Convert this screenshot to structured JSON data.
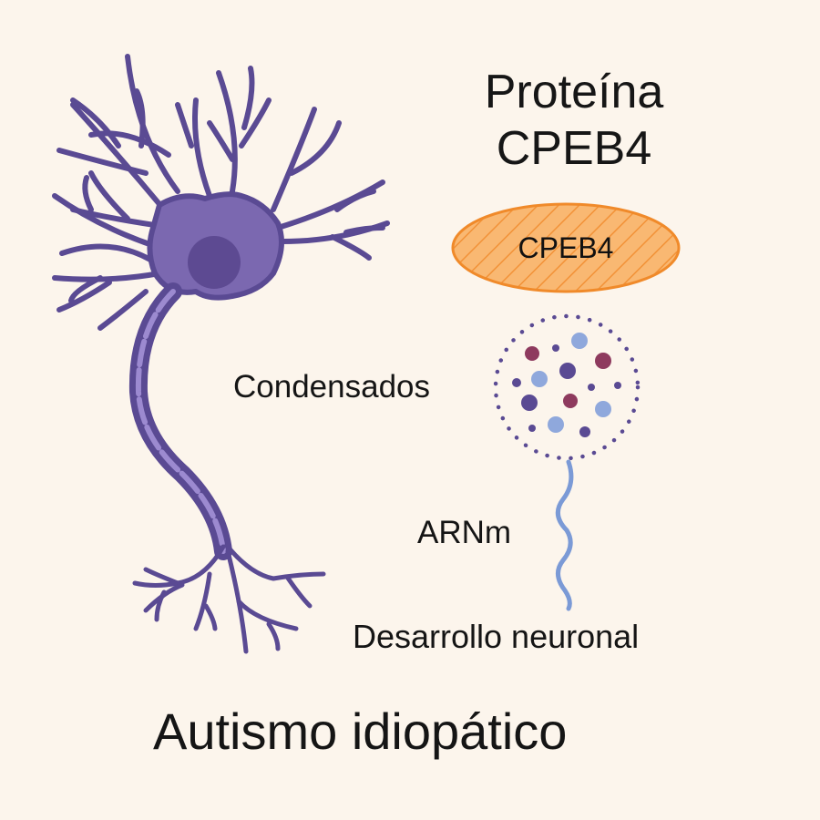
{
  "diagram": {
    "title_line1": "Proteína",
    "title_line2": "CPEB4",
    "protein_label": "CPEB4",
    "condensates_label": "Condensados",
    "mrna_label": "ARNm",
    "development_label": "Desarrollo neuronal",
    "bottom_title": "Autismo idiopático"
  },
  "colors": {
    "background": "#fcf5ec",
    "neuron_fill": "#7b68b0",
    "neuron_stroke": "#5a4a93",
    "nucleus": "#5d4a92",
    "protein_fill": "#f7b36b",
    "protein_stroke": "#f08a2a",
    "dot_purple": "#5a4a93",
    "dot_red": "#8e3a5e",
    "dot_blue": "#8fa8dc",
    "mrna": "#7b9ad6"
  },
  "icons": {
    "neuron": "neuron-illustration",
    "protein": "protein-ellipse-hatched",
    "condensate": "dotted-circle-with-particles",
    "mrna": "wavy-strand"
  }
}
